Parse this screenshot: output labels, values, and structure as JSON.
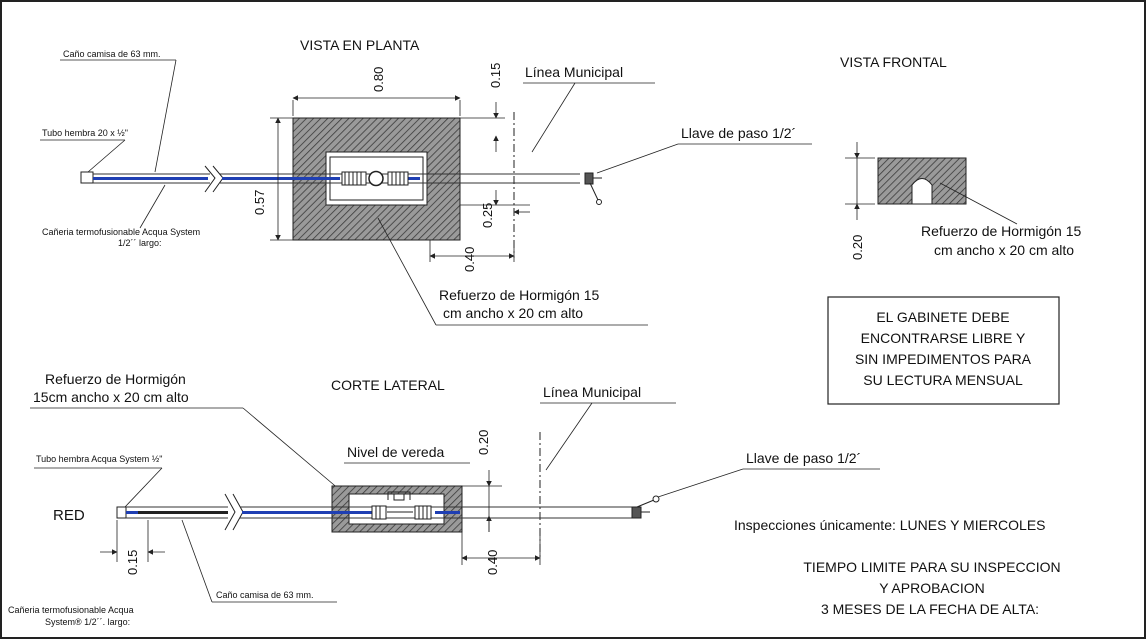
{
  "titles": {
    "plan": "VISTA EN PLANTA",
    "front": "VISTA FRONTAL",
    "section": "CORTE LATERAL"
  },
  "plan": {
    "sleeve_label": "Caño camisa de 63 mm.",
    "tube_label": "Tubo hembra 20 x ½\"",
    "pipe_label_1": "Cañeria termofusionable Acqua System",
    "pipe_label_2": "1/2´´ largo:",
    "municipal_line": "Línea Municipal",
    "valve_label": "Llave de paso 1/2´",
    "reinforcement_1": "Refuerzo de Hormigón 15",
    "reinforcement_2": "cm ancho x 20 cm alto",
    "dims": {
      "width": "0.80",
      "top": "0.15",
      "height": "0.57",
      "inner": "0.25",
      "bottom": "0.40"
    }
  },
  "front": {
    "dim": "0.20",
    "reinforcement_1": "Refuerzo de Hormigón 15",
    "reinforcement_2": "cm ancho x 20 cm alto"
  },
  "note_box": [
    "EL GABINETE DEBE",
    "ENCONTRARSE LIBRE Y",
    "SIN IMPEDIMENTOS PARA",
    "SU LECTURA MENSUAL"
  ],
  "section": {
    "reinforcement_1": "Refuerzo de Hormigón",
    "reinforcement_2": "15cm ancho x 20 cm alto",
    "municipal_line": "Línea Municipal",
    "sidewalk_level": "Nivel de vereda",
    "tube_label": "Tubo hembra Acqua System ½\"",
    "red": "RED",
    "valve_label": "Llave de paso 1/2´",
    "sleeve_label": "Caño camisa de 63 mm.",
    "pipe_label_1": "Cañeria termofusionable Acqua",
    "pipe_label_2": "System® 1/2´´. largo:",
    "dims": {
      "top": "0.20",
      "bottom": "0.40",
      "left": "0.15"
    }
  },
  "inspection": {
    "days": "Inspecciones únicamente: LUNES Y MIERCOLES",
    "limit_1": "TIEMPO LIMITE PARA SU  INSPECCION",
    "limit_2": "Y APROBACION",
    "limit_3": "3 MESES DE LA FECHA DE ALTA:"
  }
}
